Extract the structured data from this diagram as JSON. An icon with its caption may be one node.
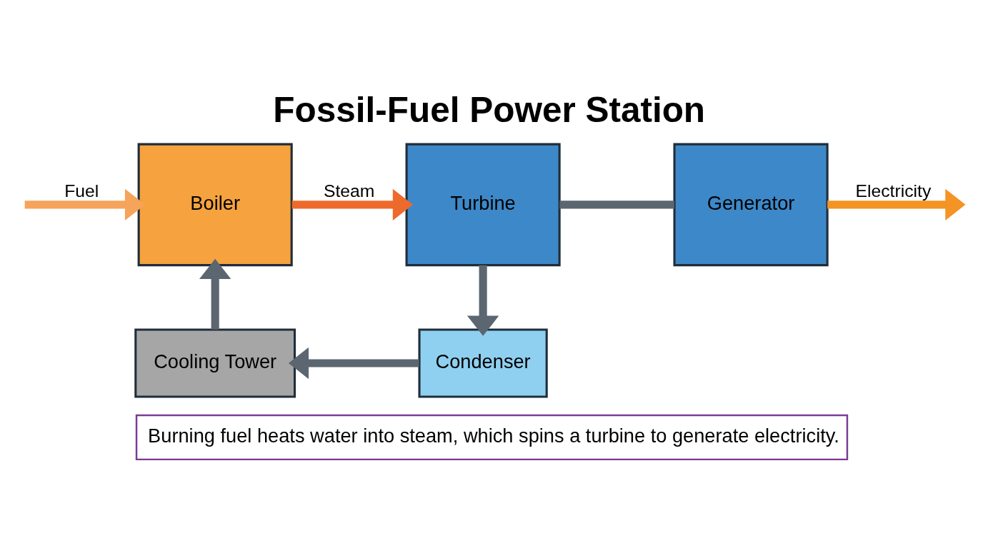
{
  "diagram": {
    "title": "Fossil-Fuel Power Station",
    "caption": "Burning fuel heats water into steam, which spins a turbine to generate electricity.",
    "nodes": [
      {
        "text": [
          "Boiler"
        ]
      },
      {
        "text": [
          "Turbine"
        ]
      },
      {
        "text": [
          "Generator"
        ]
      },
      {
        "text": [
          "Condenser"
        ]
      },
      {
        "text": [
          "Cooling Tower"
        ]
      }
    ],
    "edges": [
      {
        "from": null,
        "to": 0,
        "arrow": "to",
        "label": "Fuel",
        "color": "#f6a45a"
      },
      {
        "from": 0,
        "to": 1,
        "arrow": "to",
        "label": "Steam",
        "color": "#ee6a2c"
      },
      {
        "from": 1,
        "to": 2,
        "arrow": "none"
      },
      {
        "from": 2,
        "to": null,
        "arrow": "to",
        "label": "Electricity",
        "color": "#f39424"
      },
      {
        "from": 1,
        "to": 3,
        "arrow": "to"
      },
      {
        "from": 3,
        "to": 4,
        "arrow": "to"
      },
      {
        "from": 4,
        "to": 0,
        "arrow": "to"
      }
    ]
  }
}
